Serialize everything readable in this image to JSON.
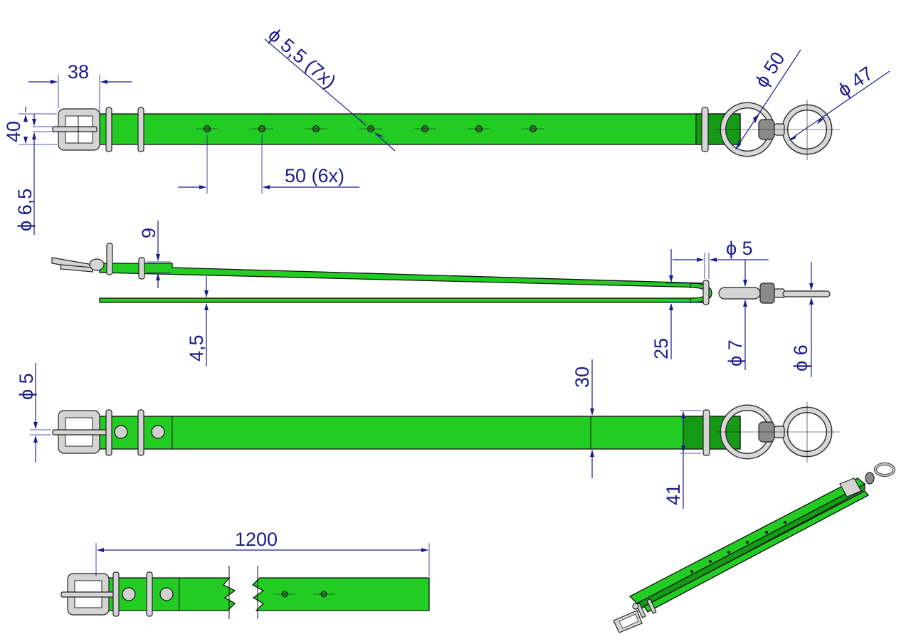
{
  "drawing": {
    "dimensions": {
      "buckle_width": "38",
      "strap_width_top": "40",
      "pin_dia": "ϕ 6,5",
      "hole_dia": "ϕ 5,5  (7x)",
      "hole_spacing": "50  (6x)",
      "ring_dia_50": "ϕ 50",
      "ring_dia_47": "ϕ 47",
      "keeper_thickness": "9",
      "strap_thickness": "4,5",
      "loop_length": "25",
      "rivet_dia": "ϕ 5",
      "ring_wire_7": "ϕ 7",
      "ring_wire_6": "ϕ 6",
      "side_rivet_dia": "ϕ 5",
      "strap_width_30": "30",
      "strap_width_41": "41",
      "total_length": "1200"
    }
  }
}
